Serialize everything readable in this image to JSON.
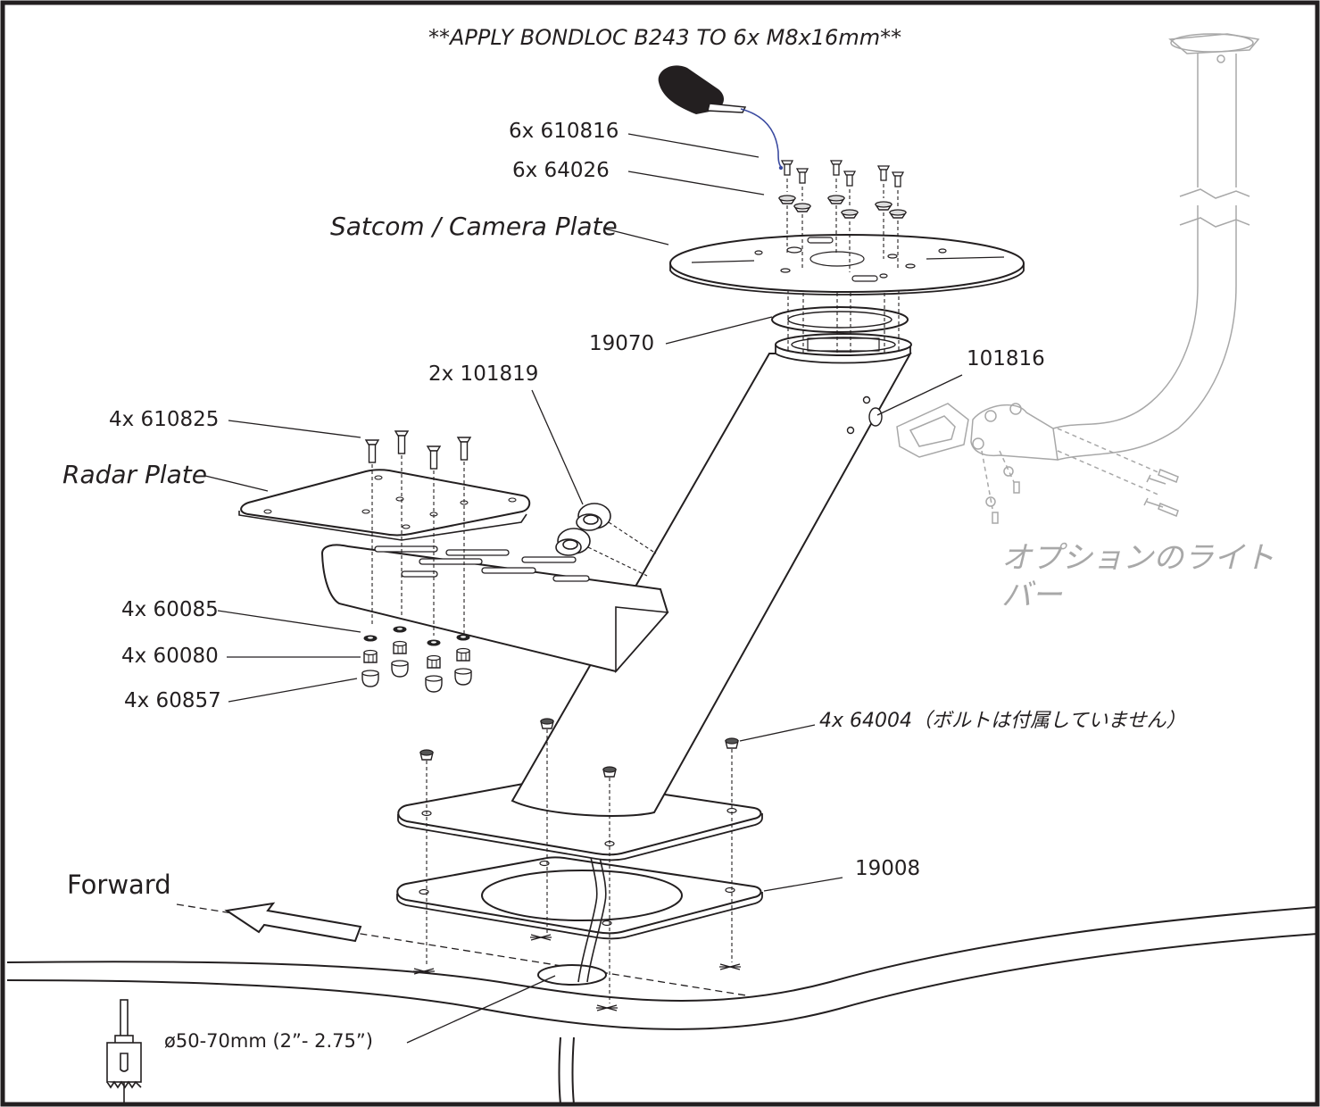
{
  "header_note": "**APPLY BONDLOC B243 TO 6x M8x16mm**",
  "labels": {
    "screws_top": "6x 610816",
    "washers_top": "6x 64026",
    "satcom_plate": "Satcom / Camera Plate",
    "gasket": "19070",
    "bung_plugs": "2x 101819",
    "light_bolt": "101816",
    "radar_screws": "4x 610825",
    "radar_plate": "Radar Plate",
    "washers_bottom": "4x 60085",
    "nuts": "4x 60080",
    "caps": "4x 60857",
    "base_inserts": "4x 64004（ボルトは付属していません）",
    "base_gasket": "19008",
    "forward": "Forward",
    "hole_size": "ø50-70mm (2”- 2.75”)",
    "optional_light_bar_line1": "オプションのライト",
    "optional_light_bar_line2": "バー"
  },
  "colors": {
    "line": "#231f20",
    "faded": "#a8a8a8",
    "cable": "#3a4aa0"
  }
}
